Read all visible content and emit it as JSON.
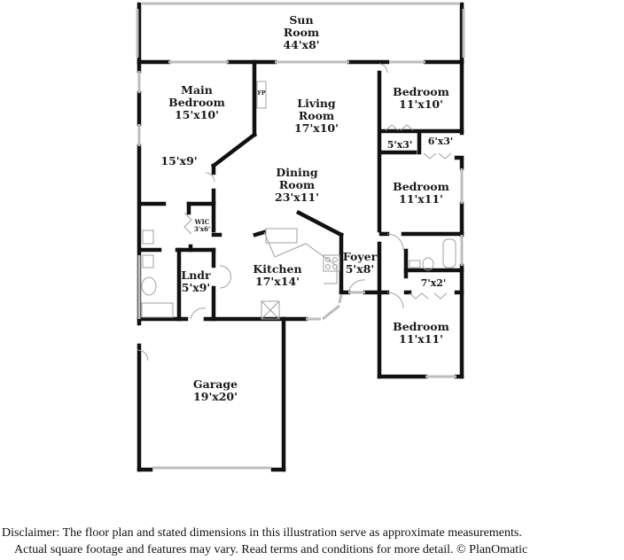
{
  "floorplan": {
    "rooms": [
      {
        "id": "sun-room",
        "name": "Sun Room",
        "name_lines": [
          "Sun",
          "Room"
        ],
        "dimensions": "44'x8'"
      },
      {
        "id": "main-bedroom",
        "name": "Main Bedroom",
        "name_lines": [
          "Main",
          "Bedroom"
        ],
        "dimensions": "15'x10'"
      },
      {
        "id": "main-bedroom-area",
        "name": "",
        "dimensions": "15'x9'"
      },
      {
        "id": "fireplace",
        "name": "FP",
        "dimensions": ""
      },
      {
        "id": "living-room",
        "name": "Living Room",
        "name_lines": [
          "Living",
          "Room"
        ],
        "dimensions": "17'x10'"
      },
      {
        "id": "bedroom-1",
        "name": "Bedroom",
        "dimensions": "11'x10'"
      },
      {
        "id": "closet-1",
        "name": "",
        "dimensions": "5'x3'"
      },
      {
        "id": "closet-2",
        "name": "",
        "dimensions": "6'x3'"
      },
      {
        "id": "dining-room",
        "name": "Dining Room",
        "name_lines": [
          "Dining",
          "Room"
        ],
        "dimensions": "23'x11'"
      },
      {
        "id": "bedroom-2",
        "name": "Bedroom",
        "dimensions": "11'x11'"
      },
      {
        "id": "wic",
        "name": "WIC",
        "dimensions": "3'x6'"
      },
      {
        "id": "laundry",
        "name": "Lndr",
        "dimensions": "5'x9'"
      },
      {
        "id": "kitchen",
        "name": "Kitchen",
        "dimensions": "17'x14'"
      },
      {
        "id": "foyer",
        "name": "Foyer",
        "dimensions": "5'x8'"
      },
      {
        "id": "closet-3",
        "name": "",
        "dimensions": "7'x2'"
      },
      {
        "id": "bedroom-3",
        "name": "Bedroom",
        "dimensions": "11'x11'"
      },
      {
        "id": "garage",
        "name": "Garage",
        "dimensions": "19'x20'"
      }
    ]
  },
  "labels": {
    "sun": {
      "l1": "Sun",
      "l2": "Room",
      "d": "44'x8'"
    },
    "main_bed": {
      "l1": "Main",
      "l2": "Bedroom",
      "d": "15'x10'"
    },
    "main_area": {
      "d": "15'x9'"
    },
    "fp": {
      "n": "FP"
    },
    "living": {
      "l1": "Living",
      "l2": "Room",
      "d": "17'x10'"
    },
    "bed1": {
      "n": "Bedroom",
      "d": "11'x10'"
    },
    "closet1": {
      "d": "5'x3'"
    },
    "closet2": {
      "d": "6'x3'"
    },
    "dining": {
      "l1": "Dining",
      "l2": "Room",
      "d": "23'x11'"
    },
    "bed2": {
      "n": "Bedroom",
      "d": "11'x11'"
    },
    "wic": {
      "n": "WIC",
      "d": "3'x6'"
    },
    "lndr": {
      "n": "Lndr",
      "d": "5'x9'"
    },
    "kitchen": {
      "n": "Kitchen",
      "d": "17'x14'"
    },
    "foyer": {
      "n": "Foyer",
      "d": "5'x8'"
    },
    "closet3": {
      "d": "7'x2'"
    },
    "bed3": {
      "n": "Bedroom",
      "d": "11'x11'"
    },
    "garage": {
      "n": "Garage",
      "d": "19'x20'"
    }
  },
  "footer": {
    "line1": "Disclaimer: The floor plan and stated dimensions in this illustration serve as approximate measurements.",
    "line2": "Actual square footage and features may vary. Read terms and conditions for more detail. © PlanOmatic"
  },
  "colors": {
    "wall": "#111111",
    "window": "#c8c8c8",
    "fixture": "#9a9a9a",
    "text": "#1a1a1a"
  }
}
